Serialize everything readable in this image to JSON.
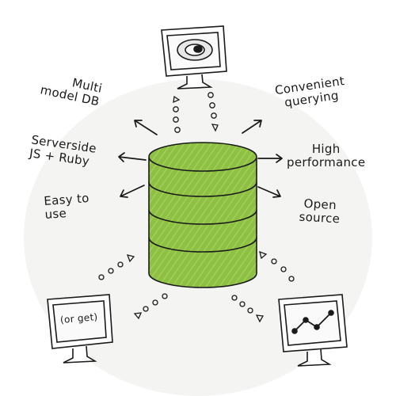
{
  "features": {
    "multi_model": [
      "Multi",
      "model DB"
    ],
    "serverside": [
      "Serverside",
      "JS + Ruby"
    ],
    "easy": [
      "Easy to",
      "use"
    ],
    "querying": [
      "Convenient",
      "querying"
    ],
    "performance": [
      "High",
      "performance"
    ],
    "open_source": [
      "Open",
      "source"
    ]
  },
  "screens": {
    "bottom_left_text": "(or get)"
  },
  "colors": {
    "database_fill": "#8dc043",
    "database_dark": "#6f9e2c",
    "database_stripe": "#a6d25e",
    "ink": "#1a1a1a"
  },
  "icons": {
    "top_screen": "avocado-icon",
    "bottom_right_screen": "line-graph-icon",
    "arrows": "arrow-icon"
  }
}
